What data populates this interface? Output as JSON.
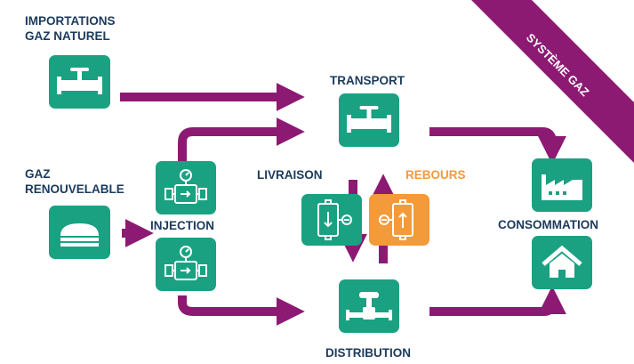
{
  "colors": {
    "teal": "#1aa182",
    "orange": "#f39a3a",
    "purple": "#8c1a73",
    "navy": "#1b3a5c",
    "white": "#ffffff"
  },
  "banner": {
    "text": "SYSTÈME GAZ"
  },
  "labels": {
    "imports_line1": "IMPORTATIONS",
    "imports_line2": "GAZ NATUREL",
    "renew_line1": "GAZ",
    "renew_line2": "RENOUVELABLE",
    "transport": "TRANSPORT",
    "injection": "INJECTION",
    "livraison": "LIVRAISON",
    "rebours": "REBOURS",
    "consommation": "CONSOMMATION",
    "distribution": "DISTRIBUTION"
  },
  "icons": {
    "imports": "pipe-valve-icon",
    "renewable": "gas-tank-icon",
    "transport": "pipe-valve-icon",
    "injection_top": "gas-meter-icon",
    "injection_bottom": "gas-meter-icon",
    "livraison": "meter-down-icon",
    "rebours": "meter-up-icon",
    "distribution": "pipeline-valve-icon",
    "industry": "factory-icon",
    "home": "house-icon"
  }
}
